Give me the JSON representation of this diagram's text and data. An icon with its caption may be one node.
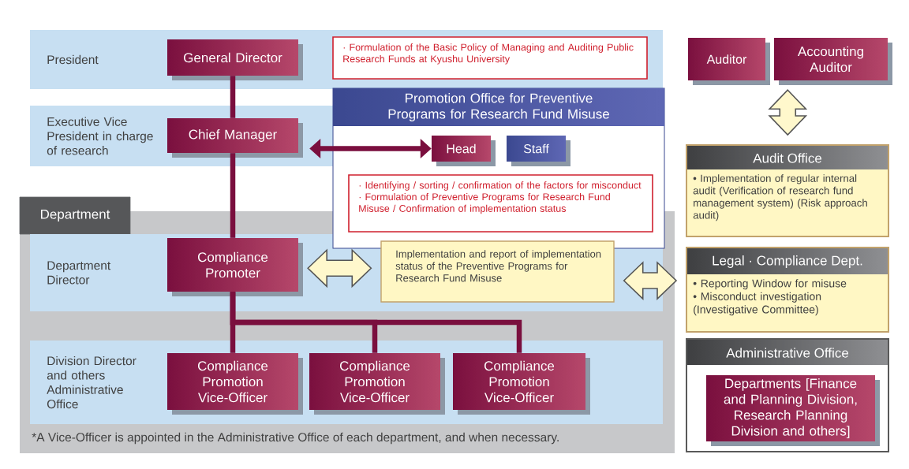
{
  "diagram": {
    "nodes": [
      {
        "text": [
          "President"
        ]
      },
      {
        "text": [
          "General Director"
        ],
        "in": 0
      },
      {
        "text": [
          "· Formulation of the Basic Policy of Managing and Auditing Public Research Funds at Kyushu University"
        ],
        "in": 0
      },
      {
        "text": [
          "Executive Vice President in charge of research"
        ]
      },
      {
        "text": [
          "Chief Manager"
        ],
        "in": 3
      },
      {
        "text": [],
        "shape": "box"
      },
      {
        "text": [
          "Promotion Office for Preventive Programs for Research Fund Misuse"
        ]
      },
      {
        "text": [
          "Head"
        ],
        "in": 6
      },
      {
        "text": [
          "Staff"
        ],
        "in": 6
      },
      {
        "text": [
          "· Identifying / sorting / confirmation of the factors for misconduct",
          "· Formulation of Preventive Programs for Research Fund Misuse / Confirmation of implementation status"
        ],
        "in": 6
      },
      {
        "text": [
          "Department Director"
        ],
        "in": 5
      },
      {
        "text": [
          "Compliance Promoter"
        ],
        "in": 10
      },
      {
        "text": [
          "Implementation and report of implementation status of the Preventive Programs for Research Fund Misuse"
        ],
        "in": 10
      },
      {
        "text": [
          "Division Director and others Administrative Office"
        ],
        "in": 5
      },
      {
        "text": [
          "Compliance Promotion Vice-Officer"
        ],
        "in": 13
      },
      {
        "text": [
          "Compliance Promotion Vice-Officer"
        ],
        "in": 13
      },
      {
        "text": [
          "Compliance Promotion Vice-Officer"
        ],
        "in": 13
      },
      {
        "text": [
          "Auditor"
        ]
      },
      {
        "text": [
          "Accounting Auditor"
        ]
      },
      {
        "text": [
          "Audit Office",
          "• Implementation of regular internal audit (Verification of research fund management system) (Risk approach audit)"
        ]
      },
      {
        "text": [
          "Legal · Compliance Dept.",
          "• Reporting Window for misuse",
          "• Misconduct investigation (Investigative Committee)"
        ]
      },
      {
        "text": [
          "Administrative Office"
        ]
      },
      {
        "text": [
          "Departments [Finance and Planning Division, Research Planning Division and others]"
        ],
        "in": 21
      },
      {
        "text": [
          "Department"
        ]
      }
    ],
    "edges": [
      {
        "from": 1,
        "to": 4,
        "arrow": "none"
      },
      {
        "from": 4,
        "to": 11,
        "arrow": "none"
      },
      {
        "from": 11,
        "to": 14,
        "arrow": "none"
      },
      {
        "from": 11,
        "to": 15,
        "arrow": "none"
      },
      {
        "from": 11,
        "to": 16,
        "arrow": "none"
      },
      {
        "from": 4,
        "to": 7,
        "arrow": "both"
      },
      {
        "from": 11,
        "to": 12,
        "arrow": "both",
        "style": "thick",
        "color": "#fff8cc"
      },
      {
        "from": 12,
        "to": 20,
        "arrow": "both",
        "style": "thick",
        "color": "#fff8cc"
      },
      {
        "from": 17,
        "to": 19,
        "arrow": "both",
        "style": "thick",
        "color": "#fff8cc"
      },
      {
        "from": 18,
        "to": 19,
        "arrow": "both",
        "style": "thick",
        "color": "#fff8cc"
      }
    ],
    "labels": [
      "*A Vice-Officer is appointed in the Administrative Office of each department, and when necessary."
    ]
  }
}
